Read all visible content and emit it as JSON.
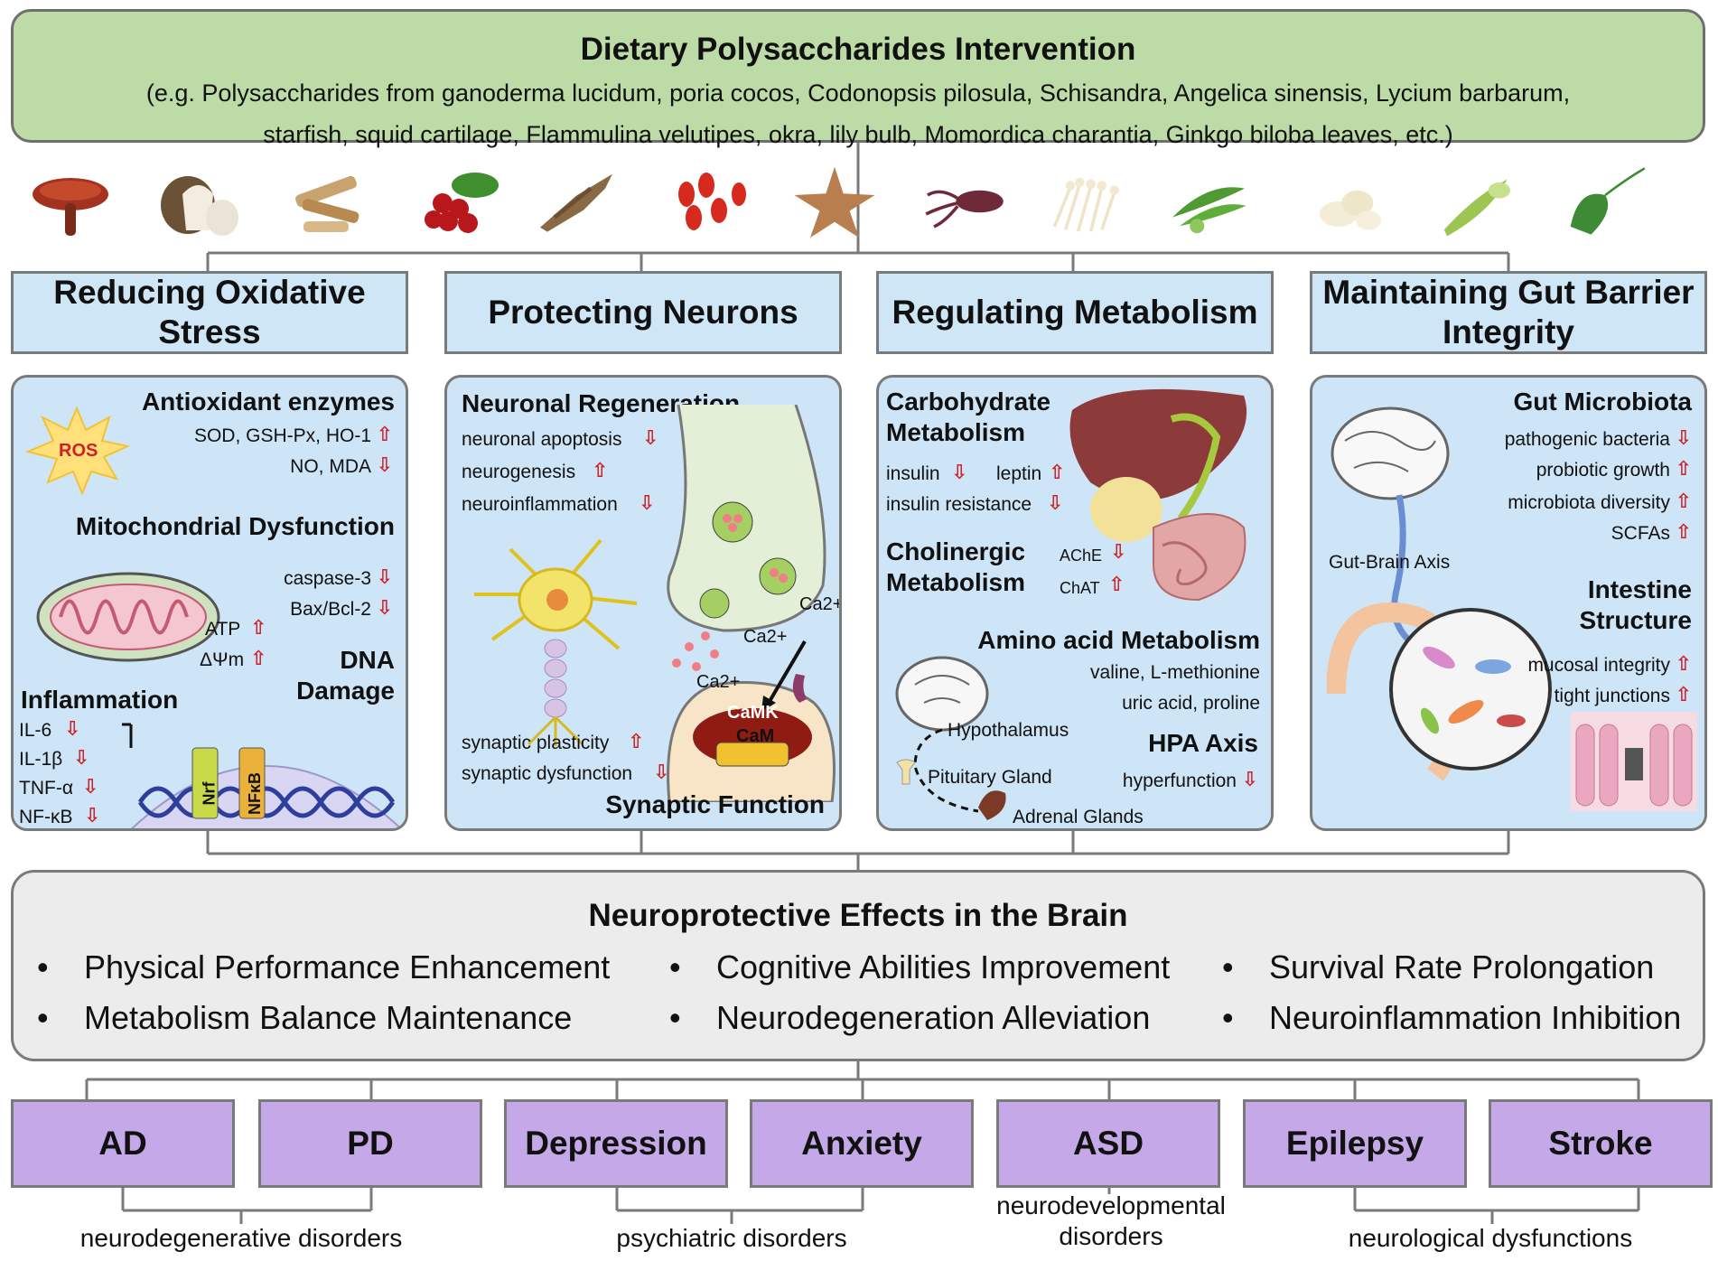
{
  "banner": {
    "title": "Dietary Polysaccharides Intervention",
    "line1": "(e.g. Polysaccharides from ganoderma lucidum, poria cocos, Codonopsis pilosula, Schisandra, Angelica sinensis, Lycium barbarum,",
    "line2": "starfish, squid cartilage, Flammulina velutipes, okra, lily bulb, Momordica charantia, Ginkgo biloba leaves, etc.)"
  },
  "foods": [
    "ganoderma",
    "poria",
    "codonopsis",
    "schisandra",
    "angelica",
    "lycium",
    "starfish",
    "squid",
    "flammulina",
    "okra",
    "lily-bulb",
    "momordica",
    "ginkgo"
  ],
  "categories": {
    "oxidative": "Reducing Oxidative Stress",
    "neurons": "Protecting Neurons",
    "metabolism": "Regulating Metabolism",
    "gut": "Maintaining Gut Barrier Integrity"
  },
  "oxidative": {
    "antioxidant_title": "Antioxidant enzymes",
    "sod": "SOD, GSH-Px, HO-1",
    "no_mda": "NO, MDA",
    "ros": "ROS",
    "mito_title": "Mitochondrial Dysfunction",
    "caspase": "caspase-3",
    "bax": "Bax/Bcl-2",
    "atp": "ATP",
    "dpsi": "ΔΨm",
    "dna_title_1": "DNA",
    "dna_title_2": "Damage",
    "inflam_title": "Inflammation",
    "il6": "IL-6",
    "il1b": "IL-1β",
    "tnf": "TNF-α",
    "nfkb": "NF-κB",
    "nrf": "Nrf",
    "nfkb_label": "NFκB"
  },
  "neurons": {
    "regen_title": "Neuronal Regeneration",
    "apoptosis": "neuronal apoptosis",
    "neurogenesis": "neurogenesis",
    "neuroinflammation": "neuroinflammation",
    "plasticity": "synaptic plasticity",
    "dysfunction": "synaptic dysfunction",
    "synaptic_title": "Synaptic Function",
    "ca1": "Ca2+",
    "ca2": "Ca2+",
    "ca3": "Ca2+",
    "camk": "CaMK",
    "cam": "CaM"
  },
  "metabolism": {
    "carb_title_1": "Carbohydrate",
    "carb_title_2": "Metabolism",
    "insulin": "insulin",
    "leptin": "leptin",
    "insulin_resistance": "insulin resistance",
    "chol_title_1": "Cholinergic",
    "chol_title_2": "Metabolism",
    "ache": "AChE",
    "chat": "ChAT",
    "amino_title": "Amino acid Metabolism",
    "amino_1": "valine, L-methionine",
    "amino_2": "uric acid, proline",
    "hypothalamus": "Hypothalamus",
    "pituitary": "Pituitary Gland",
    "adrenal": "Adrenal  Glands",
    "hpa_title": "HPA Axis",
    "hyperfunction": "hyperfunction"
  },
  "gut": {
    "micro_title": "Gut Microbiota",
    "pathogenic": "pathogenic bacteria",
    "probiotic": "probiotic growth",
    "diversity": "microbiota diversity",
    "scfas": "SCFAs",
    "axis": "Gut-Brain Axis",
    "intestine_title_1": "Intestine",
    "intestine_title_2": "Structure",
    "mucosal": "mucosal integrity",
    "tight": "tight junctions"
  },
  "neuro": {
    "title": "Neuroprotective Effects in the Brain",
    "effects": [
      "Physical Performance Enhancement",
      "Cognitive Abilities Improvement",
      "Survival Rate Prolongation",
      "Metabolism Balance Maintenance",
      "Neurodegeneration Alleviation",
      "Neuroinflammation Inhibition"
    ]
  },
  "diseases": [
    "AD",
    "PD",
    "Depression",
    "Anxiety",
    "ASD",
    "Epilepsy",
    "Stroke"
  ],
  "groups": {
    "neurodegenerative": "neurodegenerative disorders",
    "psychiatric": "psychiatric disorders",
    "neurodevelopmental_1": "neurodevelopmental",
    "neurodevelopmental_2": "disorders",
    "neurological": "neurological dysfunctions"
  },
  "colors": {
    "banner": "#bcdba6",
    "category": "#cfe6f7",
    "panel": "#cde5f6",
    "neuro": "#ececec",
    "disease": "#c5a8e8",
    "arrow": "#d21f26"
  }
}
